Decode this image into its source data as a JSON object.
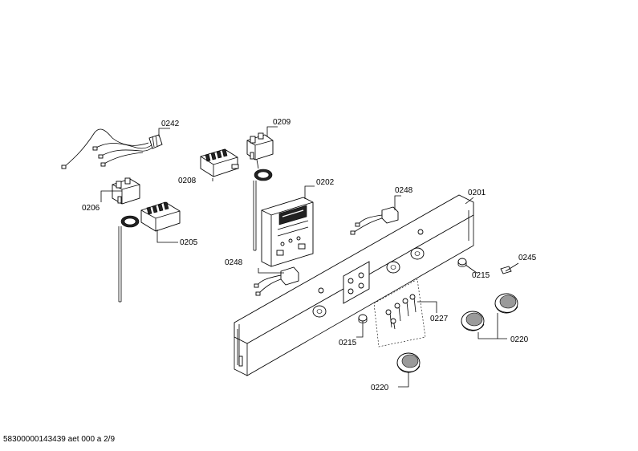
{
  "labels": {
    "l0242": "0242",
    "l0209": "0209",
    "l0208": "0208",
    "l0206": "0206",
    "l0205": "0205",
    "l0202": "0202",
    "l0248_top": "0248",
    "l0248_left": "0248",
    "l0201": "0201",
    "l0245": "0245",
    "l0215_right": "0215",
    "l0215_left": "0215",
    "l0227": "0227",
    "l0220_right": "0220",
    "l0220_bottom": "0220"
  },
  "footer": "58300000143439 aet 000 a 2/9"
}
